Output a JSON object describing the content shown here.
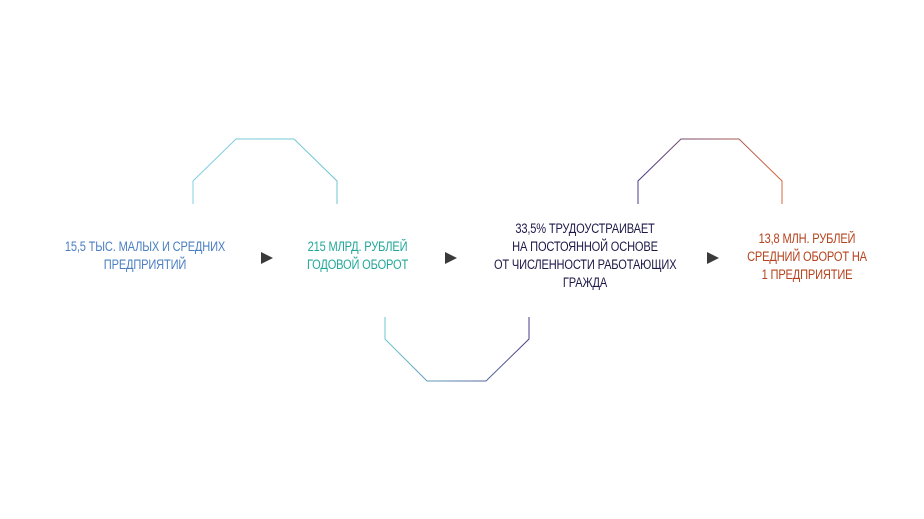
{
  "colors": {
    "blue": "#4a7fc1",
    "teal": "#21a89a",
    "navy": "#1e1848",
    "rust": "#b5421c",
    "arrow": "#3a3a3a",
    "arc_light_blue": "#86cde4",
    "arc_teal": "#6cc6d0",
    "arc_purple": "#4a3c88",
    "arc_orange": "#d4683a"
  },
  "steps": [
    {
      "lines": [
        "15,5 тыс. малых и средних",
        "предприятий"
      ]
    },
    {
      "lines": [
        "215 млрд. рублей",
        "годовой оборот"
      ]
    },
    {
      "lines": [
        "33,5% трудоустраивает",
        "на постоянной основе",
        "от численности работающих",
        "гражда"
      ]
    },
    {
      "lines": [
        "13,8 млн. рублей",
        "средний оборот на",
        "1 предприятие"
      ]
    }
  ],
  "icons": {
    "arrow": "arrow-right-icon"
  }
}
